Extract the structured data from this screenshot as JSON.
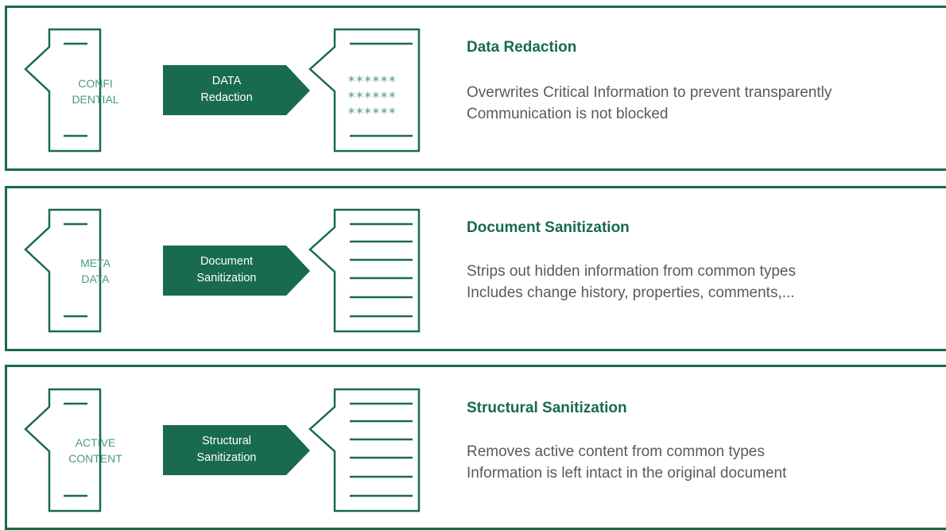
{
  "colors": {
    "accent": "#186b4d",
    "doc_text": "#4a9a7d",
    "body_text": "#5a5a5a"
  },
  "rows": [
    {
      "source_doc_label": [
        "CONFI",
        "DENTIAL"
      ],
      "arrow_label": [
        "DATA",
        "Redaction"
      ],
      "result_doc_stars": [
        "******",
        "******",
        "******"
      ],
      "title": "Data Redaction",
      "description": [
        "Overwrites Critical Information to prevent transparently",
        "Communication is not blocked"
      ]
    },
    {
      "source_doc_label": [
        "META",
        "DATA"
      ],
      "arrow_label": [
        "Document",
        "Sanitization"
      ],
      "title": "Document Sanitization",
      "description": [
        "Strips out hidden information from common types",
        "Includes change history, properties, comments,..."
      ]
    },
    {
      "source_doc_label": [
        "ACTIVE",
        "CONTENT"
      ],
      "arrow_label": [
        "Structural",
        "Sanitization"
      ],
      "title": "Structural Sanitization",
      "description": [
        "Removes active content from common types",
        "Information is left intact in the original document"
      ]
    }
  ]
}
